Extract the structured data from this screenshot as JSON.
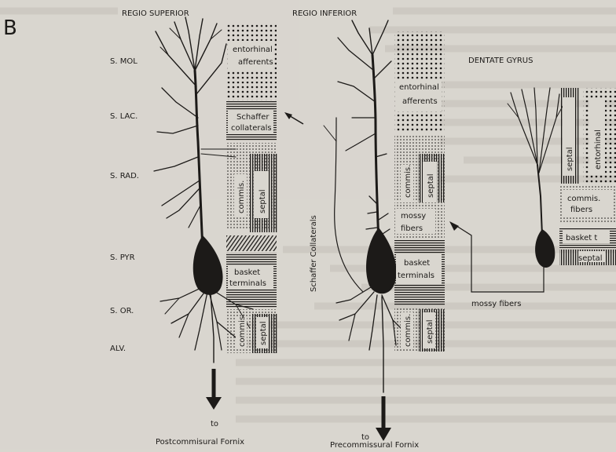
{
  "panel_letter": "B",
  "headings": {
    "regio_superior": "REGIO SUPERIOR",
    "regio_inferior": "REGIO INFERIOR",
    "dentate_gyrus": "DENTATE GYRUS"
  },
  "layers": {
    "s_mol": "S. MOL",
    "s_lac": "S. LAC.",
    "s_rad": "S. RAD.",
    "s_pyr": "S. PYR",
    "s_or": "S. OR.",
    "alv": "ALV."
  },
  "superior_boxes": {
    "entorhinal_line1": "entorhinal",
    "entorhinal_line2": "afferents",
    "schaffer_line1": "Schaffer",
    "schaffer_line2": "collaterals",
    "commis": "commis.",
    "septal": "septal",
    "basket_line1": "basket",
    "basket_line2": "terminals",
    "commis_lower": "commis.",
    "septal_lower": "septal"
  },
  "inferior_boxes": {
    "entorhinal_line1": "entorhinal",
    "entorhinal_line2": "afferents",
    "commis": "commis.",
    "septal": "septal",
    "mossy_line1": "mossy",
    "mossy_line2": "fibers",
    "basket_line1": "basket",
    "basket_line2": "terminals",
    "commis_lower": "commis.",
    "septal_lower": "septal",
    "schaffer_vertical": "Schaffer Collaterals"
  },
  "dentate_boxes": {
    "septal": "septal",
    "entorhinal": "entorhinal",
    "commis_line1": "commis.",
    "commis_line2": "fibers",
    "basket": "basket t",
    "septal_lower": "septal",
    "mossy_fibers": "mossy fibers"
  },
  "outputs": {
    "to_left": "to",
    "fornix_left": "Postcommisural Fornix",
    "to_right": "to",
    "fornix_right": "Precommissural Fornix"
  },
  "colors": {
    "ink": "#1c1a18",
    "paper": "#d9d6cf",
    "ghost_text": "#b9b5ad"
  }
}
